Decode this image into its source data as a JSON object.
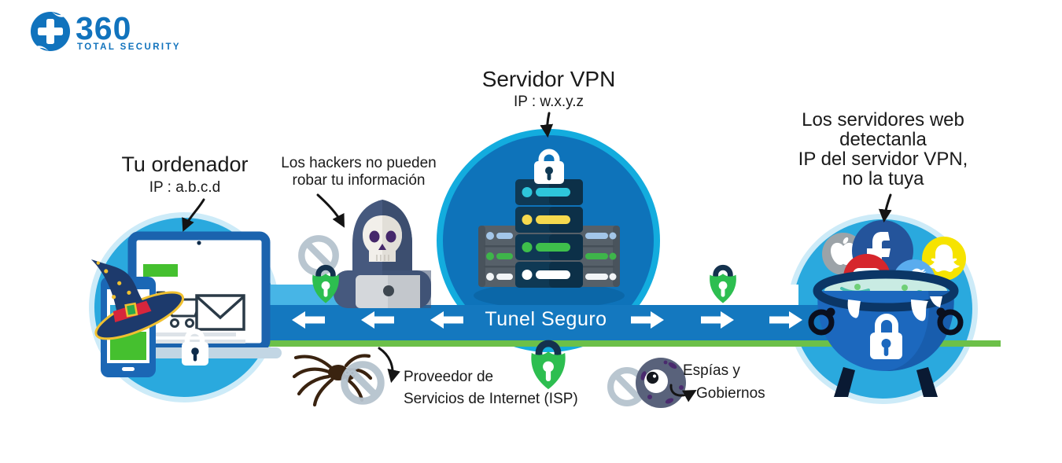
{
  "brand": {
    "name": "360",
    "tagline": "TOTAL SECURITY"
  },
  "nodes": {
    "computer": {
      "title": "Tu ordenador",
      "ip": "IP : a.b.c.d"
    },
    "vpn_server": {
      "title": "Servidor VPN",
      "ip": "IP : w.x.y.z"
    },
    "web_servers": {
      "line1": "Los servidores web",
      "line2": "detectanla",
      "line3": "IP del servidor VPN,",
      "line4": "no la tuya"
    }
  },
  "annotations": {
    "hackers": {
      "line1": "Los hackers no pueden",
      "line2": "robar tu información"
    },
    "isp": {
      "line1": "Proveedor de",
      "line2": "Servicios de Internet (ISP)"
    },
    "spies": {
      "line1": "Espías y",
      "line2": "Gobiernos"
    }
  },
  "tunnel": {
    "label": "Tunel Seguro"
  },
  "colors": {
    "brand_blue": "#1173BD",
    "circle_cyan": "#2AA9DE",
    "circle_ring": "#CDEBF8",
    "dome_blue": "#0E73BA",
    "dome_ring": "#13ACDE",
    "tunnel_blue": "#1478BF",
    "stripe_cyan": "#47B5E6",
    "stripe_green": "#6CC049",
    "lock_green": "#2DBE50",
    "lock_shackle": "#14324E",
    "prohibit_gray": "#B6C3CE",
    "text_dark": "#1A1A1A",
    "arrow_white": "#FFFFFF"
  },
  "icons": {
    "brand_logo": "circle-plus-shield",
    "padlock": "white-padlock",
    "shield_lock": "green-shield-padlock",
    "prohibition": "no-entry-sign",
    "hacker": "hooded-skull",
    "spider": "spider-bug",
    "spy_eye": "eyeball-germ",
    "wizard_hat": "wizard-hat",
    "shopping_cart": "cart-outline",
    "envelope": "mail-envelope",
    "server_rack": "server-stack",
    "cauldron": "blue-cauldron",
    "apple": "apple-logo",
    "facebook": "facebook-f",
    "youtube": "youtube-play",
    "twitter": "twitter-bird",
    "snapchat": "snapchat-ghost",
    "left_arrow": "←",
    "right_arrow": "→",
    "down_arrow": "↓"
  }
}
